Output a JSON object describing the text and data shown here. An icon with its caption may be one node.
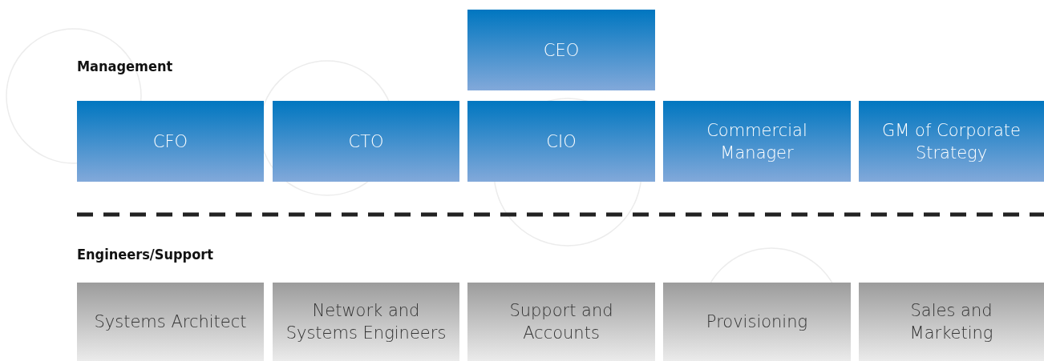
{
  "diagram": {
    "nodes": [
      {
        "text": [
          "CEO"
        ]
      },
      {
        "text": [
          "CFO"
        ]
      },
      {
        "text": [
          "CTO"
        ]
      },
      {
        "text": [
          "CIO"
        ]
      },
      {
        "text": [
          "Commercial Manager"
        ]
      },
      {
        "text": [
          "GM of Corporate Strategy"
        ]
      },
      {
        "text": [
          "Systems Architect"
        ]
      },
      {
        "text": [
          "Network and Systems Engineers"
        ]
      },
      {
        "text": [
          "Support and Accounts"
        ]
      },
      {
        "text": [
          "Provisioning"
        ]
      },
      {
        "text": [
          "Sales and Marketing"
        ]
      }
    ],
    "labels": [
      "Management",
      "Engineers/Support"
    ]
  }
}
